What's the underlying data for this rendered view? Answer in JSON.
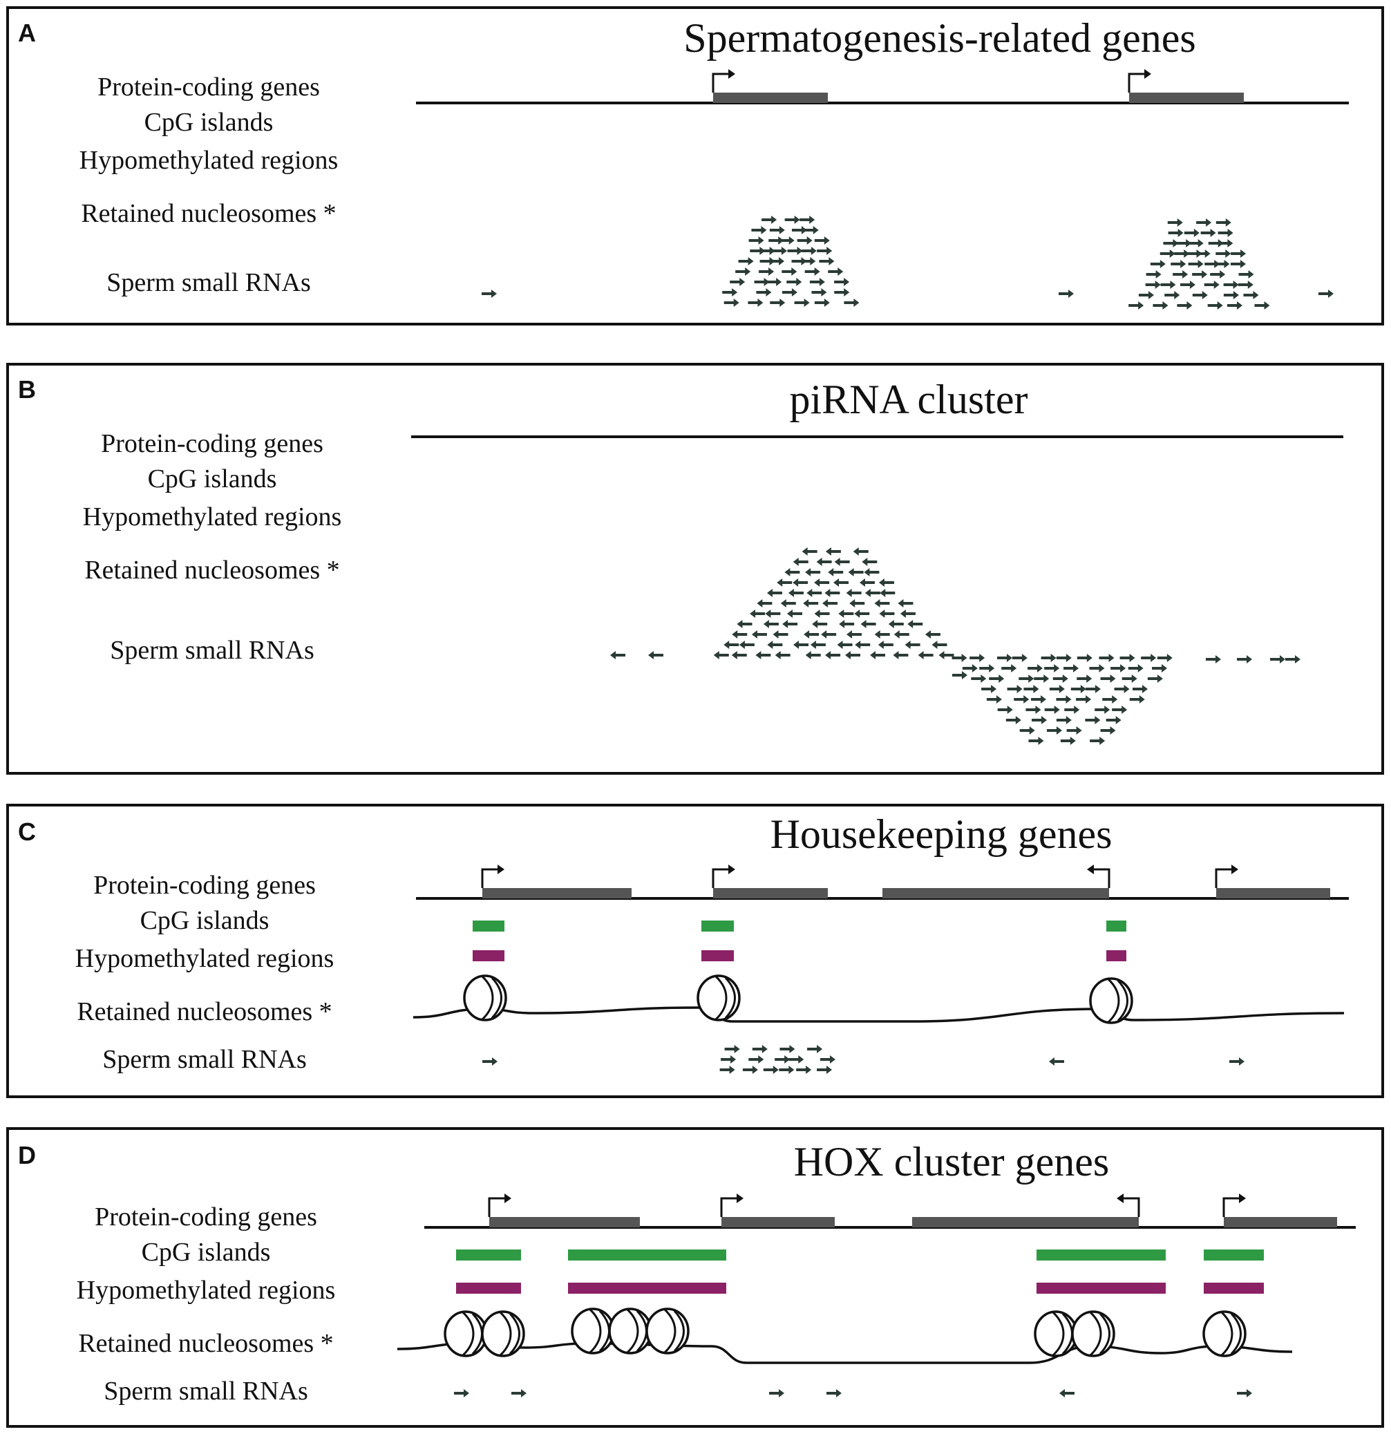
{
  "colors": {
    "gene_body": "#555555",
    "axis": "#111111",
    "cpg_island": "#2f9a44",
    "hypomethylated": "#8b2266",
    "small_rna": "#2b3b36"
  },
  "track_labels": [
    "Protein-coding genes",
    "CpG islands",
    "Hypomethylated regions",
    "Retained nucleosomes *",
    "Sperm small RNAs"
  ],
  "panels": [
    {
      "letter": "A",
      "title": "Spermatogenesis-related genes"
    },
    {
      "letter": "B",
      "title": "piRNA cluster"
    },
    {
      "letter": "C",
      "title": "Housekeeping genes"
    },
    {
      "letter": "D",
      "title": "HOX  cluster genes"
    }
  ]
}
